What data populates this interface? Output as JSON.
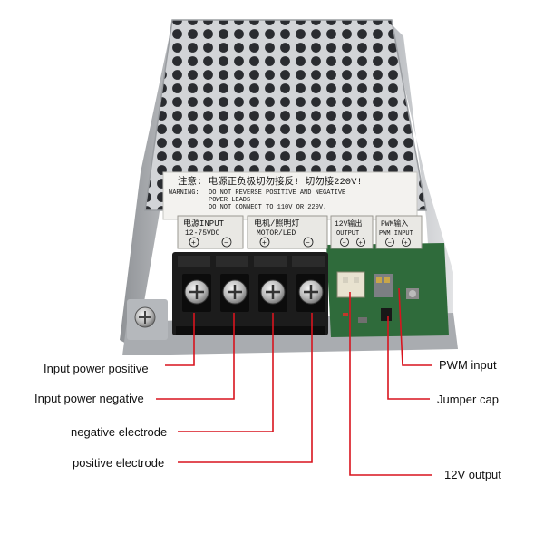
{
  "colors": {
    "leader_line": "#d8141e",
    "case_metal": "#c9cbce",
    "terminal_block": "#1c1c1c",
    "pcb": "#2f6b3b"
  },
  "label_strip": {
    "warning_cn": "注意: 电源正负极切勿接反! 切勿接220V!",
    "warning_en_prefix": "WARNING:",
    "warning_en_line1": "DO NOT REVERSE POSITIVE AND NEGATIVE",
    "warning_en_line2": "POWER LEADS",
    "warning_en_line3": "DO NOT CONNECT TO 110V OR 220V."
  },
  "panels": [
    {
      "cn": "电源INPUT",
      "sub": "12-75VDC",
      "polarity_left": "+",
      "polarity_right": "−"
    },
    {
      "cn": "电机/照明灯",
      "sub": "MOTOR/LED",
      "polarity_left": "+",
      "polarity_right": "−"
    },
    {
      "cn": "12V输出",
      "sub": "OUTPUT",
      "polarity_left": "−",
      "polarity_right": "+"
    },
    {
      "cn": "PWM输入",
      "sub": "PWM INPUT",
      "polarity_left": "−",
      "polarity_right": "+"
    }
  ],
  "callouts": {
    "input_power_positive": "Input power positive",
    "input_power_negative": "Input power negative",
    "negative_electrode": "negative electrode",
    "positive_electrode": "positive electrode",
    "pwm_input": "PWM input",
    "jumper_cap": "Jumper cap",
    "output_12v": "12V output"
  }
}
